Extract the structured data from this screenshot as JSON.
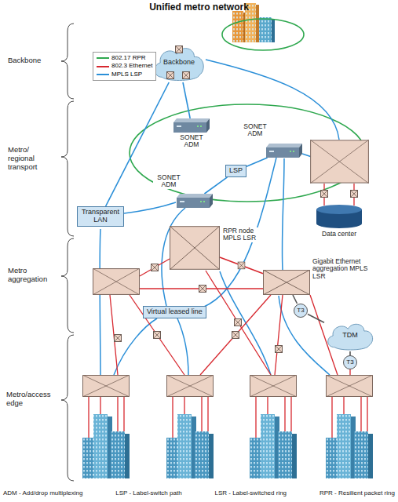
{
  "diagram": {
    "title": "Unified metro network",
    "nodes": [
      {
        "text": [
          "Backbone"
        ]
      },
      {
        "text": [
          "SONET ADM"
        ]
      },
      {
        "text": [
          "SONET ADM"
        ]
      },
      {
        "text": [
          "LSP"
        ]
      },
      {
        "text": [
          "SONET ADM"
        ]
      },
      {
        "text": [
          "Transparent LAN"
        ]
      },
      {
        "text": [
          "Data center"
        ]
      },
      {
        "text": [
          "RPR node MPLS LSR"
        ]
      },
      {
        "text": [
          "Gigabit Ethernet aggregation MPLS LSR"
        ]
      },
      {
        "text": [
          "Virtual leased line"
        ]
      },
      {
        "text": [
          "T3"
        ]
      },
      {
        "text": [
          "TDM"
        ]
      },
      {
        "text": [
          "T3"
        ]
      }
    ],
    "edges": [
      {
        "from": 0,
        "to": 1,
        "arrow": "none"
      },
      {
        "from": 0,
        "to": 5,
        "arrow": "none"
      },
      {
        "from": 4,
        "to": 3,
        "arrow": "none"
      },
      {
        "from": 3,
        "to": 2,
        "arrow": "none"
      },
      {
        "from": 7,
        "to": 8,
        "arrow": "none"
      },
      {
        "from": 8,
        "to": 10,
        "arrow": "none"
      },
      {
        "from": 10,
        "to": 11,
        "arrow": "none"
      },
      {
        "from": 11,
        "to": 12,
        "arrow": "none"
      }
    ],
    "labels": [
      "Backbone",
      "Metro/ regional transport",
      "Metro aggregation",
      "Metro/access edge",
      "ADM - Add/drop multiplexing",
      "LSP - Label-switch path",
      "LSR - Label-switched ring",
      "RPR - Resilient packet ring"
    ],
    "legend": [
      {
        "text": "802.17 RPR"
      },
      {
        "text": "802.3 Ethernet"
      },
      {
        "text": "MPLS LSP"
      }
    ]
  }
}
